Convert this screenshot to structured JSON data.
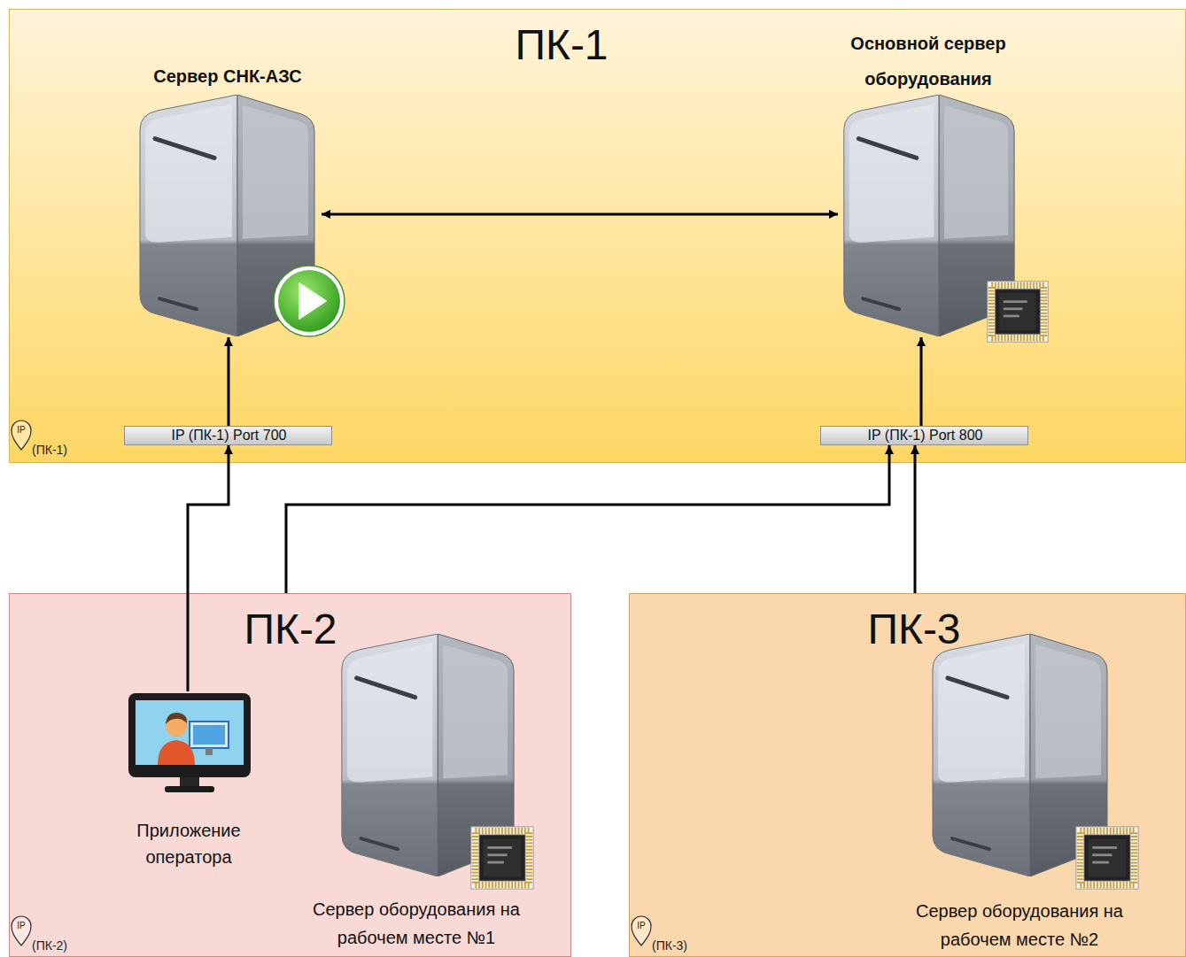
{
  "diagram": {
    "nodes": [
      {
        "text": [
          "ПК-1"
        ]
      },
      {
        "text": [
          "Сервер СНК-АЗС"
        ],
        "in": 0
      },
      {
        "text": [
          "Основной сервер оборудования"
        ],
        "in": 0
      },
      {
        "text": [
          "IP (ПК-1) Port 700"
        ],
        "in": 0
      },
      {
        "text": [
          "IP (ПК-1) Port 800"
        ],
        "in": 0
      },
      {
        "text": [
          "ПК-2"
        ]
      },
      {
        "text": [
          "Приложение оператора"
        ],
        "in": 5
      },
      {
        "text": [
          "Сервер оборудования на рабочем месте №1"
        ],
        "in": 5
      },
      {
        "text": [
          "ПК-3"
        ]
      },
      {
        "text": [
          "Сервер оборудования на рабочем месте №2"
        ],
        "in": 8
      }
    ],
    "edges": [
      {
        "from": 1,
        "to": 2,
        "arrow": "both"
      },
      {
        "from": 3,
        "to": 1,
        "arrow": "to"
      },
      {
        "from": 4,
        "to": 2,
        "arrow": "to"
      },
      {
        "from": 6,
        "to": 3,
        "arrow": "to"
      },
      {
        "from": 5,
        "to": 4,
        "arrow": "to"
      },
      {
        "from": 8,
        "to": 4,
        "arrow": "to"
      }
    ],
    "labels": [
      "IP",
      "(ПК-1)",
      "IP",
      "(ПК-2)",
      "IP",
      "(ПК-3)"
    ]
  }
}
